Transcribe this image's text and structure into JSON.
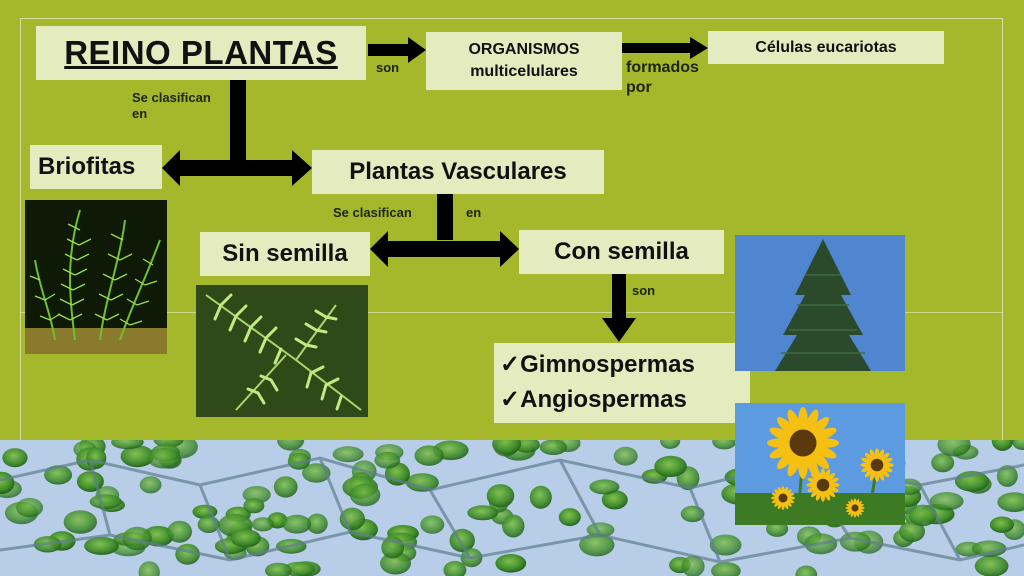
{
  "title": "REINO PLANTAS",
  "boxes": {
    "organismos_line1": "ORGANISMOS",
    "organismos_line2": "multicelulares",
    "celulas": "Células eucariotas",
    "briofitas": "Briofitas",
    "vasculares": "Plantas Vasculares",
    "sin_semilla": "Sin semilla",
    "con_semilla": "Con semilla",
    "gimnospermas": "Gimnospermas",
    "angiospermas": "Angiospermas"
  },
  "labels": {
    "son_1": "son",
    "formados_line1": "formados",
    "formados_line2": "por",
    "se_clasifican_1_line1": "Se clasifican",
    "se_clasifican_1_line2": "en",
    "se_clasifican_2": "Se clasifican",
    "en_2": "en",
    "son_2": "son"
  },
  "check_glyph": "✓",
  "colors": {
    "background": "#a5b72a",
    "box": "#e4ebbe",
    "arrow": "#000000"
  },
  "icons": [
    "moss-photo",
    "fern-photo",
    "conifer-tree-photo",
    "sunflower-photo",
    "plant-cells-photo"
  ]
}
